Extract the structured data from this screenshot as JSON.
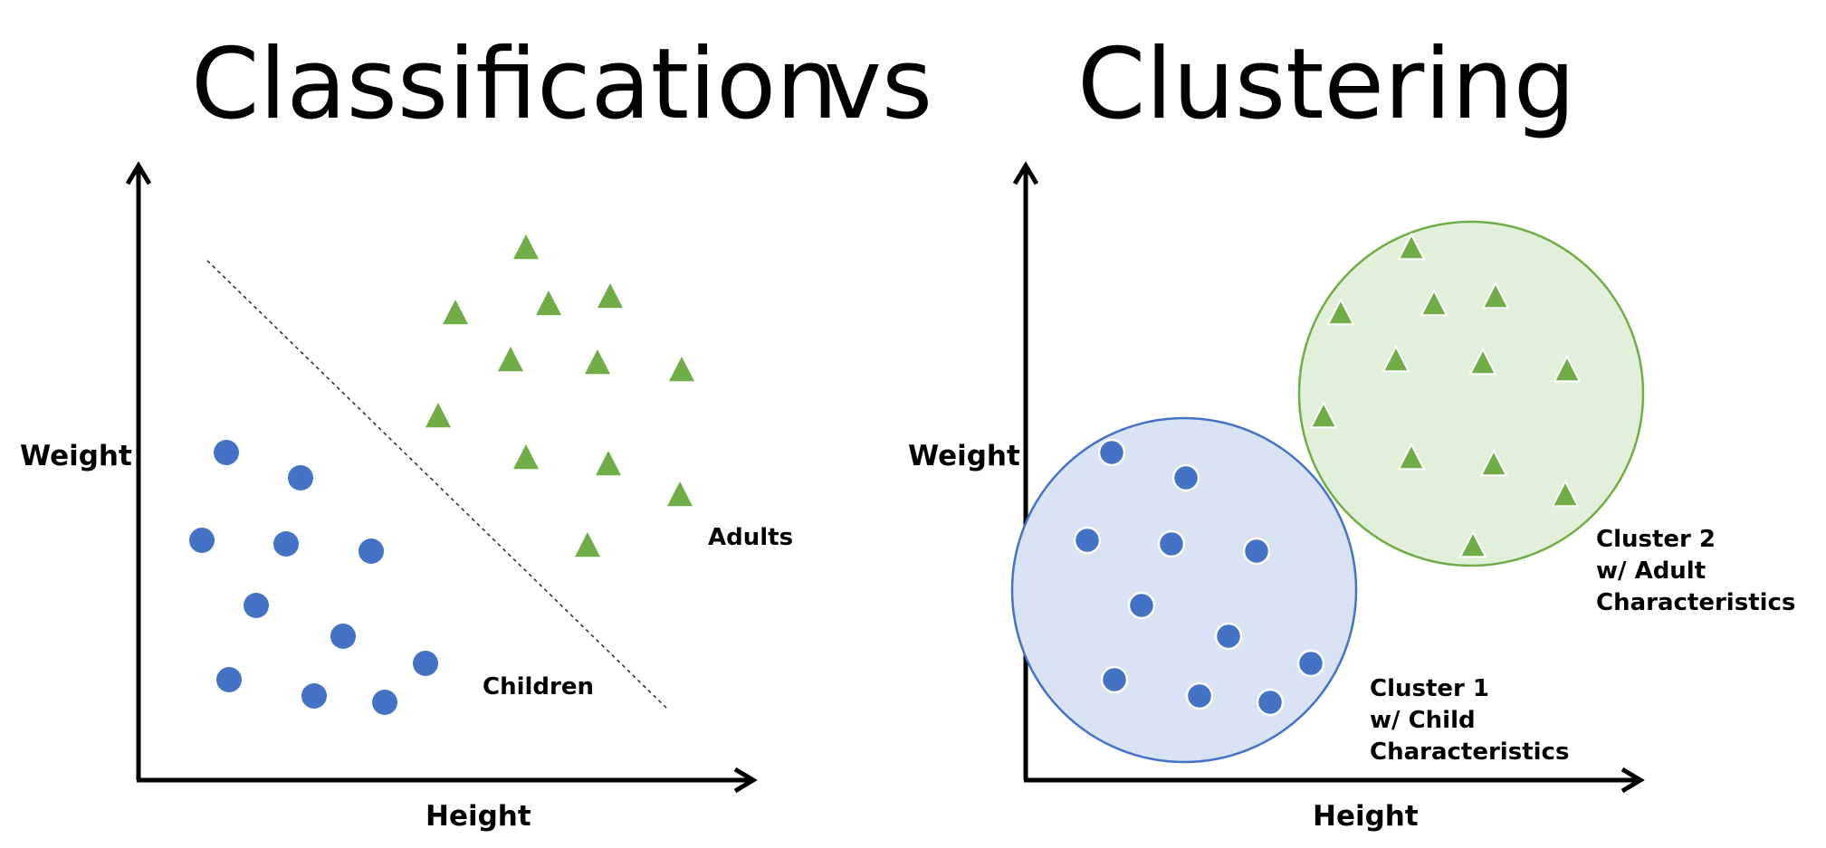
{
  "title": {
    "left": "Classification",
    "middle": "vs",
    "right": "Clustering"
  },
  "classification": {
    "axis": {
      "x_label": "Height",
      "y_label": "Weight"
    },
    "labels": {
      "adults": "Adults",
      "children": "Children"
    }
  },
  "clustering": {
    "axis": {
      "x_label": "Height",
      "y_label": "Weight"
    },
    "cluster1": {
      "line1": "Cluster 1",
      "line2": "w/ Child",
      "line3": "Characteristics"
    },
    "cluster2": {
      "line1": "Cluster 2",
      "line2": "w/ Adult",
      "line3": "Characteristics"
    }
  },
  "colors": {
    "circle_marker": "#4472c4",
    "triangle_marker": "#70ad47",
    "cluster1_fill": "#dae3f3",
    "cluster1_stroke": "#4472c4",
    "cluster2_fill": "#e2efda",
    "cluster2_stroke": "#70ad47",
    "axis": "#000000"
  }
}
